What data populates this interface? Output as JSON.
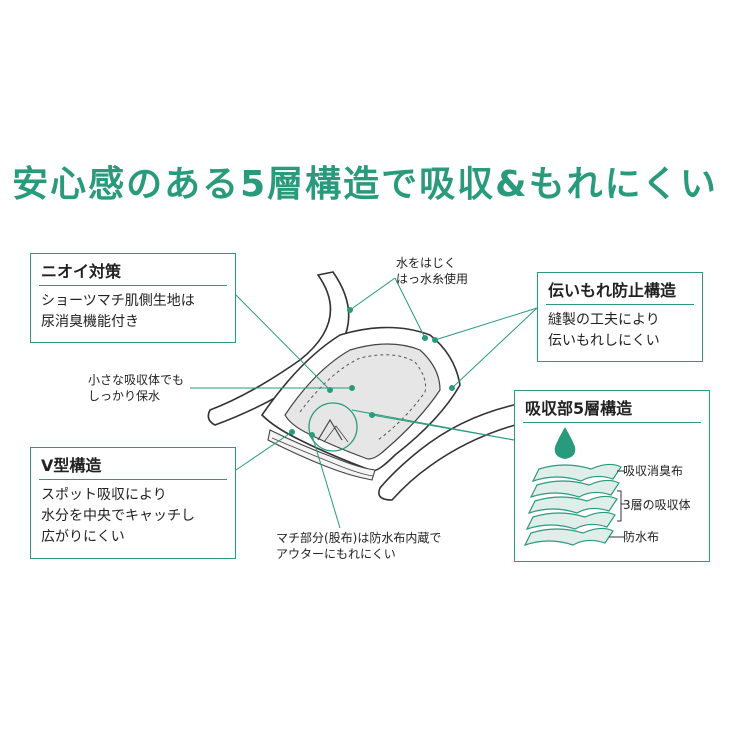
{
  "title": "安心感のある5層構造で吸収&もれにくい",
  "boxes": {
    "nioi": {
      "heading": "ニオイ対策",
      "lines": [
        "ショーツマチ肌側生地は",
        "尿消臭機能付き"
      ]
    },
    "tsutai": {
      "heading": "伝いもれ防止構造",
      "lines": [
        "縫製の工夫により",
        "伝いもれしにくい"
      ]
    },
    "v": {
      "heading": "V型構造",
      "lines": [
        "スポット吸収により",
        "水分を中央でキャッチし",
        "広がりにくい"
      ]
    },
    "five": {
      "heading": "吸収部5層構造",
      "layers": [
        "吸収消臭布",
        "3層の吸収体",
        "防水布"
      ]
    }
  },
  "labels": {
    "water": [
      "水をはじく",
      "はっ水糸使用"
    ],
    "small": [
      "小さな吸収体でも",
      "しっかり保水"
    ],
    "machi": [
      "マチ部分(股布)は防水布内蔵で",
      "アウターにもれにくい"
    ]
  },
  "colors": {
    "accent": "#2a9a7c",
    "layer_fill": "#dfeee8",
    "panel_gray": "#e6e6e6"
  }
}
